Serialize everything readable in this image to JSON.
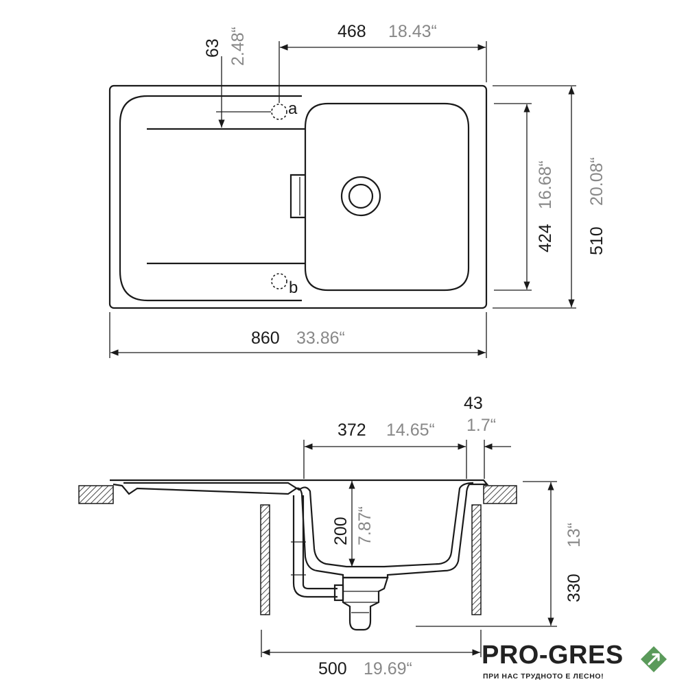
{
  "top_view": {
    "dim_length": {
      "mm": "860",
      "inch": "33.86“"
    },
    "dim_width": {
      "mm": "510",
      "inch": "20.08“"
    },
    "dim_bowl_length": {
      "mm": "468",
      "inch": "18.43“"
    },
    "dim_bowl_width": {
      "mm": "424",
      "inch": "16.68“"
    },
    "dim_tap_offset": {
      "mm": "63",
      "inch": "2.48“"
    },
    "tap_hole_a": "a",
    "tap_hole_b": "b"
  },
  "side_view": {
    "dim_bowl_inner": {
      "mm": "372",
      "inch": "14.65“"
    },
    "dim_rim": {
      "mm": "43",
      "inch": "1.7“"
    },
    "dim_bowl_depth": {
      "mm": "200",
      "inch": "7.87“"
    },
    "dim_total_depth": {
      "mm": "330",
      "inch": "13“"
    },
    "dim_cabinet": {
      "mm": "500",
      "inch": "19.69“"
    }
  },
  "logo": {
    "name": "PRO-GRES",
    "tagline": "ПРИ НАС ТРУДНОТО Е ЛЕСНО!",
    "color": "#5a9a5a"
  }
}
